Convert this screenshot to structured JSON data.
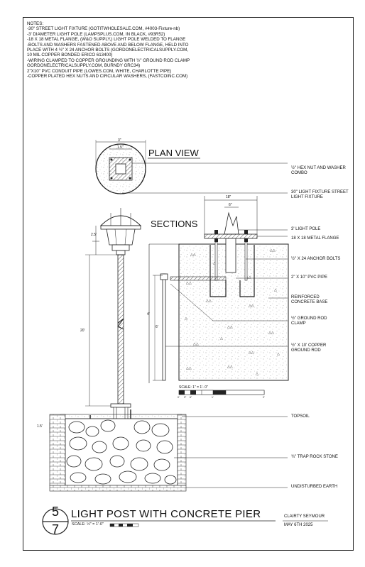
{
  "notes": [
    "NOTES:",
    "-30\" STREET LIGHT FIXTURE (GOTITWHOLESALE.COM, #4003-Fixture-nb)",
    "-3' DIAMETER LIGHT POLE (LAMPSPLUS.COM, IN BLACK, #93R52)",
    "-18 X 18 METAL FLANGE, (W&O SUPPLY,) LIGHT POLE WELDED TO FLANGE",
    "-BOLTS AND WASHERS FASTENED ABOVE AND BELOW FLANGE, HELD INTO PLACE WITH 4 ½\" X 24 ANCHOR BOLTS (GORDONELECTRICALSUPPLY.COM, 10 MIL COPPER BONDED ERICO 613400)",
    "-WIRING CLAMPED TO COPPER GROUNDING WITH ½\" GROUND ROD CLAMP GORDONELECTRICALSUPPLY.COM, BURNDY GRC34)",
    "2\"X10\" PVC CONDUIT PIPE (LOWES.COM, WHITE, CHARLOTTE PIPE)",
    "-COPPER PLATED HEX NUTS AND CIRCULAR WASHERS, (FASTCOINC.COM)"
  ],
  "plan_view": {
    "title": "PLAN VIEW",
    "dim_outer": "3\"",
    "dim_inner": "1.5\""
  },
  "sections": {
    "title": "SECTIONS"
  },
  "callouts": {
    "hex_nut": "½\" HEX NUT AND WASHER COMBO",
    "fixture": "30\" LIGHT FIXTURE STREET LIGHT FIXTURE",
    "light_pole": "3' LIGHT POLE",
    "flange": "18 X 18 METAL FLANGE",
    "anchor_bolts": "½\" X 24 ANCHOR BOLTS",
    "pvc_pipe": "2\" X 10\" PVC PIPE",
    "concrete_base": "REINFORCED CONCRETE BASE",
    "ground_clamp": "½\" GROUND ROD CLAMP",
    "copper_rod": "½\" X 10' COPPER GROUND ROD",
    "topsoil": "TOPSOIL",
    "trap_rock": "¾\" TRAP ROCK STONE",
    "earth": "UNDISTURBED EARTH"
  },
  "dims": {
    "d18": "18\"",
    "d6": "6\"",
    "d25": "2.5'",
    "d20": "20'",
    "d4": "4'",
    "d6b": "6'",
    "d15": "1.5'"
  },
  "section_scale": {
    "label": "SCALE: 1\" = 1'- 0\"",
    "ticks": [
      "0'",
      "3\"",
      "6\"",
      "",
      "1'",
      "",
      "",
      "2'"
    ]
  },
  "title_block": {
    "number_top": "5",
    "number_bottom": "7",
    "title": "LIGHT POST WITH CONCRETE PIER",
    "scale": "SCALE: ½\" = 1'-0\"",
    "author": "CLAIRTY SEYMOUR",
    "date": "MAY 6TH 2025"
  }
}
